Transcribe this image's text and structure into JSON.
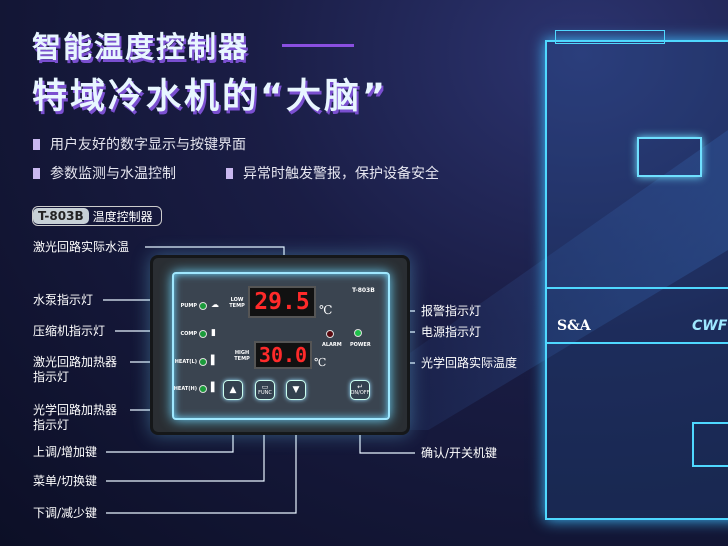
{
  "headline": {
    "line1": "智能温度控制器",
    "line2": "特域冷水机的“大脑”"
  },
  "features": [
    "用户友好的数字显示与按键界面",
    "参数监测与水温控制",
    "异常时触发警报，保护设备安全"
  ],
  "model_tag": {
    "model": "T-803B",
    "name": "温度控制器"
  },
  "panel": {
    "model": "T-803B",
    "low_temp_label": "LOW TEMP",
    "high_temp_label": "HIGH TEMP",
    "low_temp_value": "29.5",
    "high_temp_value": "30.0",
    "unit": "℃",
    "indicators": [
      "PUMP",
      "COMP",
      "HEAT(L)",
      "HEAT(H)"
    ],
    "alarm": "ALARM",
    "power": "POWER",
    "func": "FUNC",
    "onoff": "ON/OFF"
  },
  "callouts_left": [
    "激光回路实际水温",
    "水泵指示灯",
    "压缩机指示灯",
    "激光回路加热器指示灯",
    "光学回路加热器指示灯",
    "上调/增加键",
    "菜单/切换键",
    "下调/减少键"
  ],
  "callouts_right": [
    "报警指示灯",
    "电源指示灯",
    "光学回路实际温度",
    "确认/开关机键"
  ],
  "chiller": {
    "brand": "S&A",
    "model_prefix": "CWF"
  }
}
